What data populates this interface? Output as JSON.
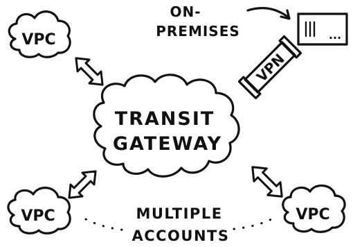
{
  "hub": {
    "line1": "TRANSIT",
    "line2": "GATEWAY"
  },
  "vpc_top_left": {
    "label": "VPC"
  },
  "vpc_bottom_left": {
    "label": "VPC"
  },
  "vpc_bottom_right": {
    "label": "VPC"
  },
  "on_premises": {
    "line1": "ON-",
    "line2": "PREMISES"
  },
  "vpn": {
    "label": "VPN"
  },
  "server": {
    "dots": "..."
  },
  "accounts": {
    "line1": "MULTIPLE",
    "line2": "ACCOUNTS"
  }
}
